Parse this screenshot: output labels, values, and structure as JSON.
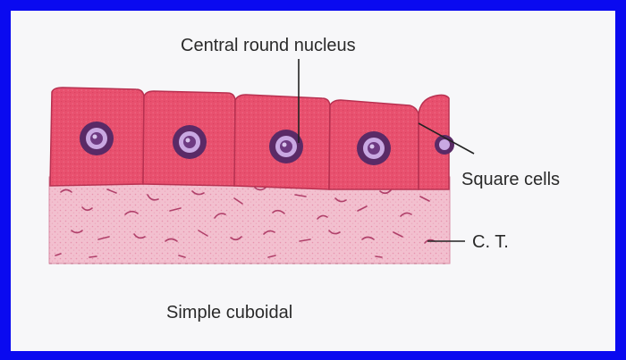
{
  "diagram": {
    "title": "Simple cuboidal",
    "labels": {
      "nucleus": "Central round nucleus",
      "cells": "Square cells",
      "connective_tissue": "C. T."
    },
    "colors": {
      "border": "#0a0af0",
      "background": "#f7f7f9",
      "cell_fill": "#e8506e",
      "cell_outline": "#b83050",
      "connective_tissue": "#f2c0cf",
      "fiber": "#b0406a",
      "nucleus_outer": "#5a2a66",
      "nucleus_inner": "#c9a8e2"
    }
  }
}
